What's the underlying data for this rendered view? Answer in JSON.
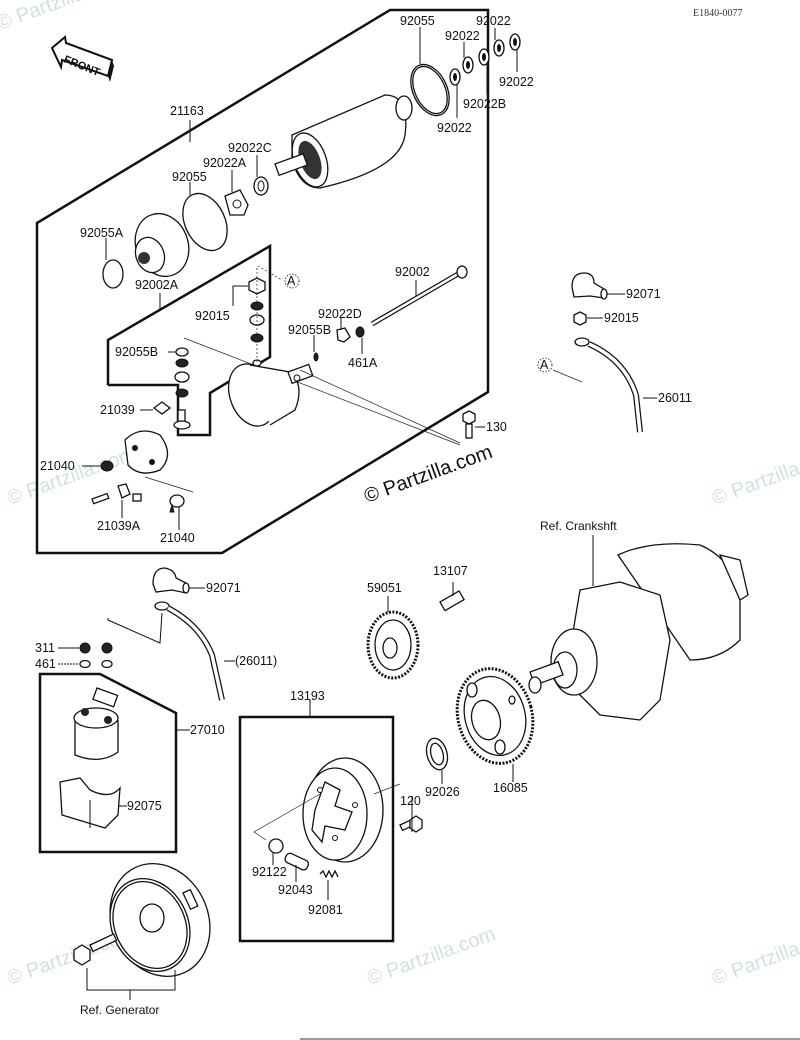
{
  "diagram": {
    "title_code": "E1840-0077",
    "front_label": "FRONT",
    "watermark_main": "© Partzilla.com",
    "watermark_faint": "© Partzilla.com",
    "circle_ref": "A",
    "labels": {
      "p21163": "21163",
      "p92055_top": "92055",
      "p92022_a": "92022",
      "p92022_b": "92022",
      "p92022_c": "92022",
      "p92022_d": "92022",
      "p92022B": "92022B",
      "p92022C": "92022C",
      "p92022A": "92022A",
      "p92055_mid": "92055",
      "p92055A": "92055A",
      "p92002A": "92002A",
      "p92015_a": "92015",
      "p92055B_a": "92055B",
      "p21039": "21039",
      "p21040_a": "21040",
      "p21039A": "21039A",
      "p21040_b": "21040",
      "p92002": "92002",
      "p92022D": "92022D",
      "p92055B_b": "92055B",
      "p461A": "461A",
      "p130": "130",
      "p92071_a": "92071",
      "p92015_b": "92015",
      "p26011": "26011",
      "ref_crankshaft": "Ref. Crankshft",
      "p13107": "13107",
      "p59051": "59051",
      "p92071_b": "92071",
      "p311": "311",
      "p461": "461",
      "p26011_paren": "(26011)",
      "p27010": "27010",
      "p92075": "92075",
      "p13193": "13193",
      "p120": "120",
      "p92026": "92026",
      "p16085": "16085",
      "p92122": "92122",
      "p92043": "92043",
      "p92081": "92081",
      "ref_generator": "Ref. Generator"
    }
  }
}
